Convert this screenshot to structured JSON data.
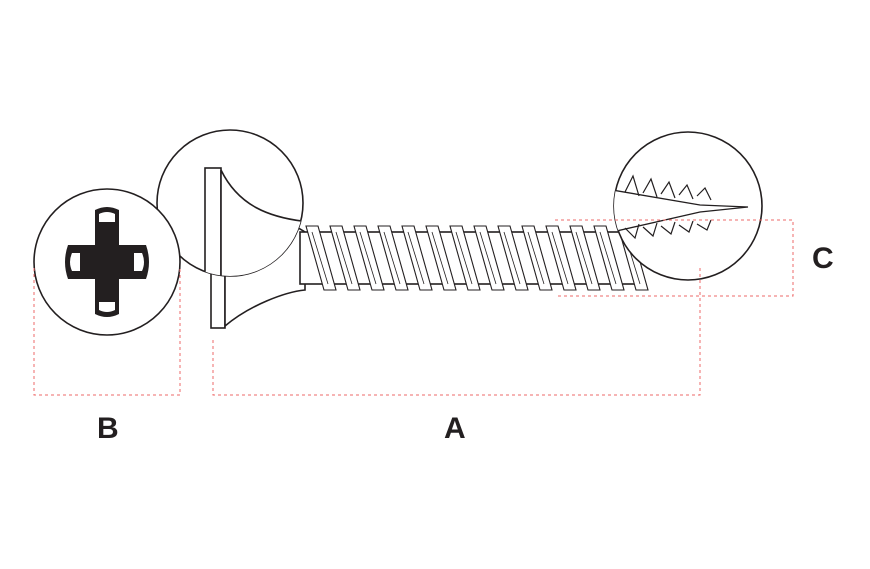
{
  "diagram": {
    "labels": {
      "a": "A",
      "b": "B",
      "c": "C"
    },
    "colors": {
      "line": "#231f20",
      "dimension": "#ee6a6a",
      "background": "#ffffff"
    }
  }
}
